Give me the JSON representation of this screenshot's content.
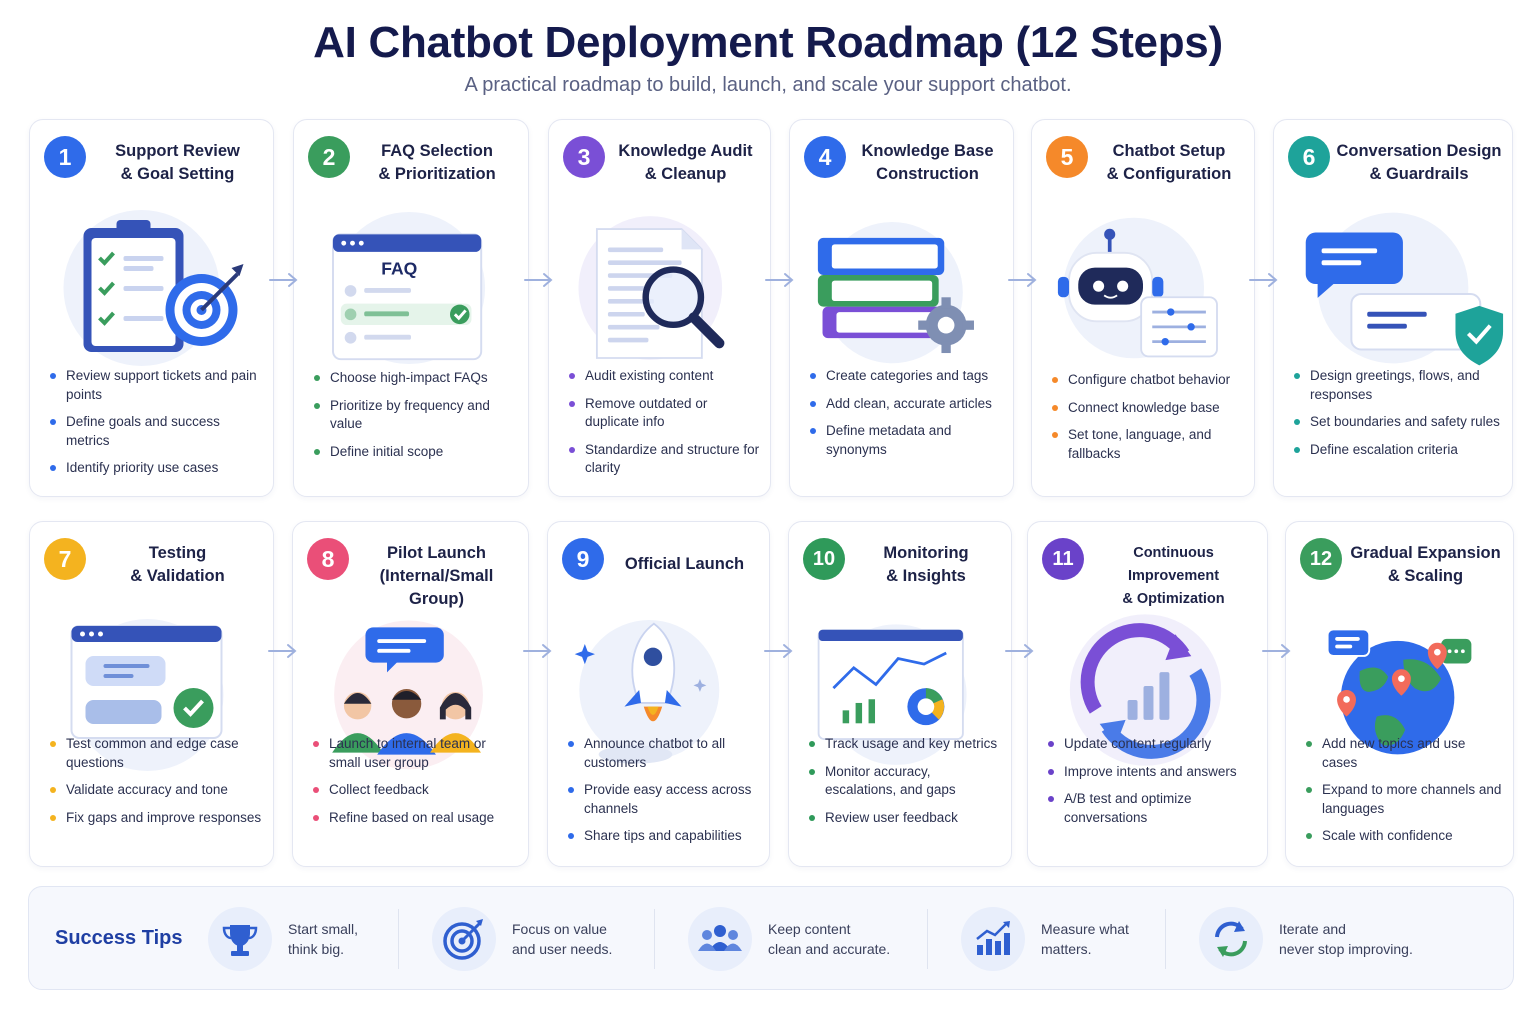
{
  "header": {
    "title": "AI Chatbot Deployment Roadmap (12 Steps)",
    "subtitle": "A practical roadmap to build, launch, and scale your support chatbot."
  },
  "steps": [
    {
      "number": "1",
      "title_line1": "Support Review",
      "title_line2": "& Goal Setting",
      "color": "#2f6bea",
      "bullets": [
        "Review support tickets and pain points",
        "Define goals and success metrics",
        "Identify priority use cases"
      ]
    },
    {
      "number": "2",
      "title_line1": "FAQ Selection",
      "title_line2": "& Prioritization",
      "color": "#3a9d5d",
      "illustration_text": "FAQ",
      "bullets": [
        "Choose high-impact FAQs",
        "Prioritize by frequency and value",
        "Define initial scope"
      ]
    },
    {
      "number": "3",
      "title_line1": "Knowledge Audit",
      "title_line2": "& Cleanup",
      "color": "#7a4fd6",
      "bullets": [
        "Audit existing content",
        "Remove outdated or duplicate info",
        "Standardize and structure for clarity"
      ]
    },
    {
      "number": "4",
      "title_line1": "Knowledge Base",
      "title_line2": "Construction",
      "color": "#2f6bea",
      "bullets": [
        "Create categories and tags",
        "Add clean, accurate articles",
        "Define metadata and synonyms"
      ]
    },
    {
      "number": "5",
      "title_line1": "Chatbot Setup",
      "title_line2": "& Configuration",
      "color": "#f5892a",
      "bullets": [
        "Configure chatbot behavior",
        "Connect knowledge base",
        "Set tone, language, and fallbacks"
      ]
    },
    {
      "number": "6",
      "title_line1": "Conversation Design",
      "title_line2": "& Guardrails",
      "color": "#1ea39a",
      "bullets": [
        "Design greetings, flows, and responses",
        "Set boundaries and safety rules",
        "Define escalation criteria"
      ]
    },
    {
      "number": "7",
      "title_line1": "Testing",
      "title_line2": "& Validation",
      "color": "#f4b31f",
      "bullets": [
        "Test common and edge case questions",
        "Validate accuracy and tone",
        "Fix gaps and improve responses"
      ]
    },
    {
      "number": "8",
      "title_line1": "Pilot Launch",
      "title_line2": "(Internal/Small Group)",
      "color": "#ea4f78",
      "bullets": [
        "Launch to internal team or small user group",
        "Collect feedback",
        "Refine based on real usage"
      ]
    },
    {
      "number": "9",
      "title_line1": "Official Launch",
      "title_line2": "",
      "color": "#2f6bea",
      "bullets": [
        "Announce chatbot to all customers",
        "Provide easy access across channels",
        "Share tips and capabilities"
      ]
    },
    {
      "number": "10",
      "title_line1": "Monitoring",
      "title_line2": "& Insights",
      "color": "#2f9a5a",
      "bullets": [
        "Track usage and key metrics",
        "Monitor accuracy, escalations, and gaps",
        "Review user feedback"
      ]
    },
    {
      "number": "11",
      "title_line1": "Continuous Improvement",
      "title_line2": "& Optimization",
      "color": "#6a42c9",
      "bullets": [
        "Update content regularly",
        "Improve intents and answers",
        "A/B test and optimize conversations"
      ]
    },
    {
      "number": "12",
      "title_line1": "Gradual Expansion",
      "title_line2": "& Scaling",
      "color": "#3a9d5d",
      "bullets": [
        "Add new topics and use cases",
        "Expand to more channels and languages",
        "Scale with confidence"
      ]
    }
  ],
  "success_tips": {
    "title": "Success Tips",
    "items": [
      {
        "icon": "trophy-icon",
        "line1": "Start small,",
        "line2": "think big."
      },
      {
        "icon": "target-icon",
        "line1": "Focus on value",
        "line2": "and user needs."
      },
      {
        "icon": "team-icon",
        "line1": "Keep content",
        "line2": "clean and accurate."
      },
      {
        "icon": "chart-icon",
        "line1": "Measure what",
        "line2": "matters."
      },
      {
        "icon": "refresh-icon",
        "line1": "Iterate and",
        "line2": "never stop improving."
      }
    ]
  }
}
